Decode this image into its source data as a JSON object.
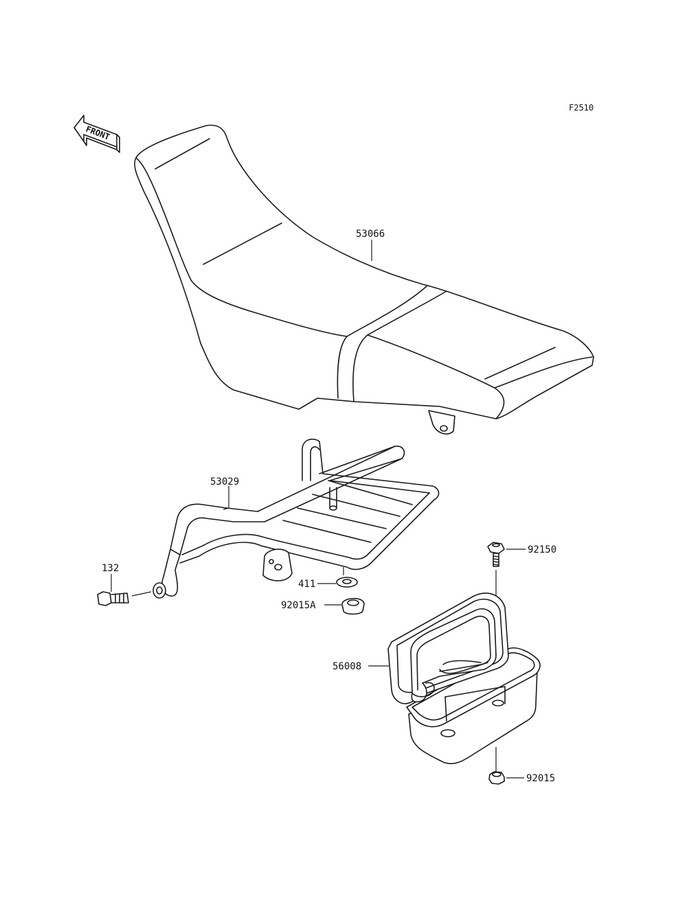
{
  "figure_code": "F2510",
  "direction_arrow": {
    "icon": "front-arrow-icon",
    "label": "FRONT"
  },
  "parts": [
    {
      "id": "seat",
      "number": "53066"
    },
    {
      "id": "carrier",
      "number": "53029"
    },
    {
      "id": "bolt",
      "number": "132"
    },
    {
      "id": "washer",
      "number": "411"
    },
    {
      "id": "nut-a",
      "number": "92015A"
    },
    {
      "id": "bolt-small",
      "number": "92150"
    },
    {
      "id": "tool-case",
      "number": "56008"
    },
    {
      "id": "nut",
      "number": "92015"
    }
  ]
}
